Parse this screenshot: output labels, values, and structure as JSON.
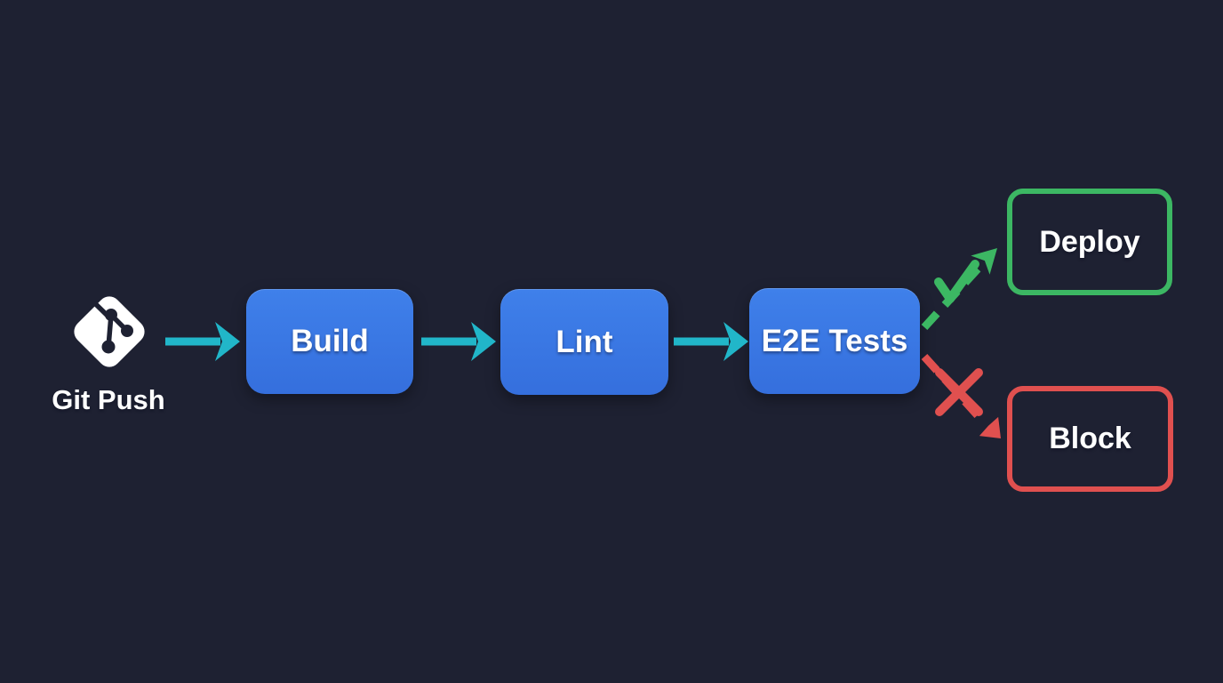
{
  "diagram": {
    "type": "flowchart",
    "subject": "CI/CD pipeline",
    "nodes": [
      {
        "id": "git-push",
        "label": "Git Push",
        "kind": "source",
        "icon": "git-icon"
      },
      {
        "id": "build",
        "label": "Build",
        "kind": "stage"
      },
      {
        "id": "lint",
        "label": "Lint",
        "kind": "stage"
      },
      {
        "id": "e2e-tests",
        "label": "E2E Tests",
        "kind": "stage"
      },
      {
        "id": "deploy",
        "label": "Deploy",
        "kind": "outcome-pass"
      },
      {
        "id": "block",
        "label": "Block",
        "kind": "outcome-fail"
      }
    ],
    "edges": [
      {
        "from": "git-push",
        "to": "build",
        "style": "solid",
        "color": "#21b6c9"
      },
      {
        "from": "build",
        "to": "lint",
        "style": "solid",
        "color": "#21b6c9"
      },
      {
        "from": "lint",
        "to": "e2e-tests",
        "style": "solid",
        "color": "#21b6c9"
      },
      {
        "from": "e2e-tests",
        "to": "deploy",
        "style": "dashed",
        "badge": "check",
        "color": "#3cb763"
      },
      {
        "from": "e2e-tests",
        "to": "block",
        "style": "dashed",
        "badge": "cross",
        "color": "#e0504f"
      }
    ],
    "colors": {
      "background": "#1e2132",
      "stage_fill": "#3f80ea",
      "arrow_teal": "#21b6c9",
      "pass_green": "#3cb763",
      "fail_red": "#e0504f",
      "text": "#ffffff",
      "icon_fill": "#ffffff"
    }
  }
}
